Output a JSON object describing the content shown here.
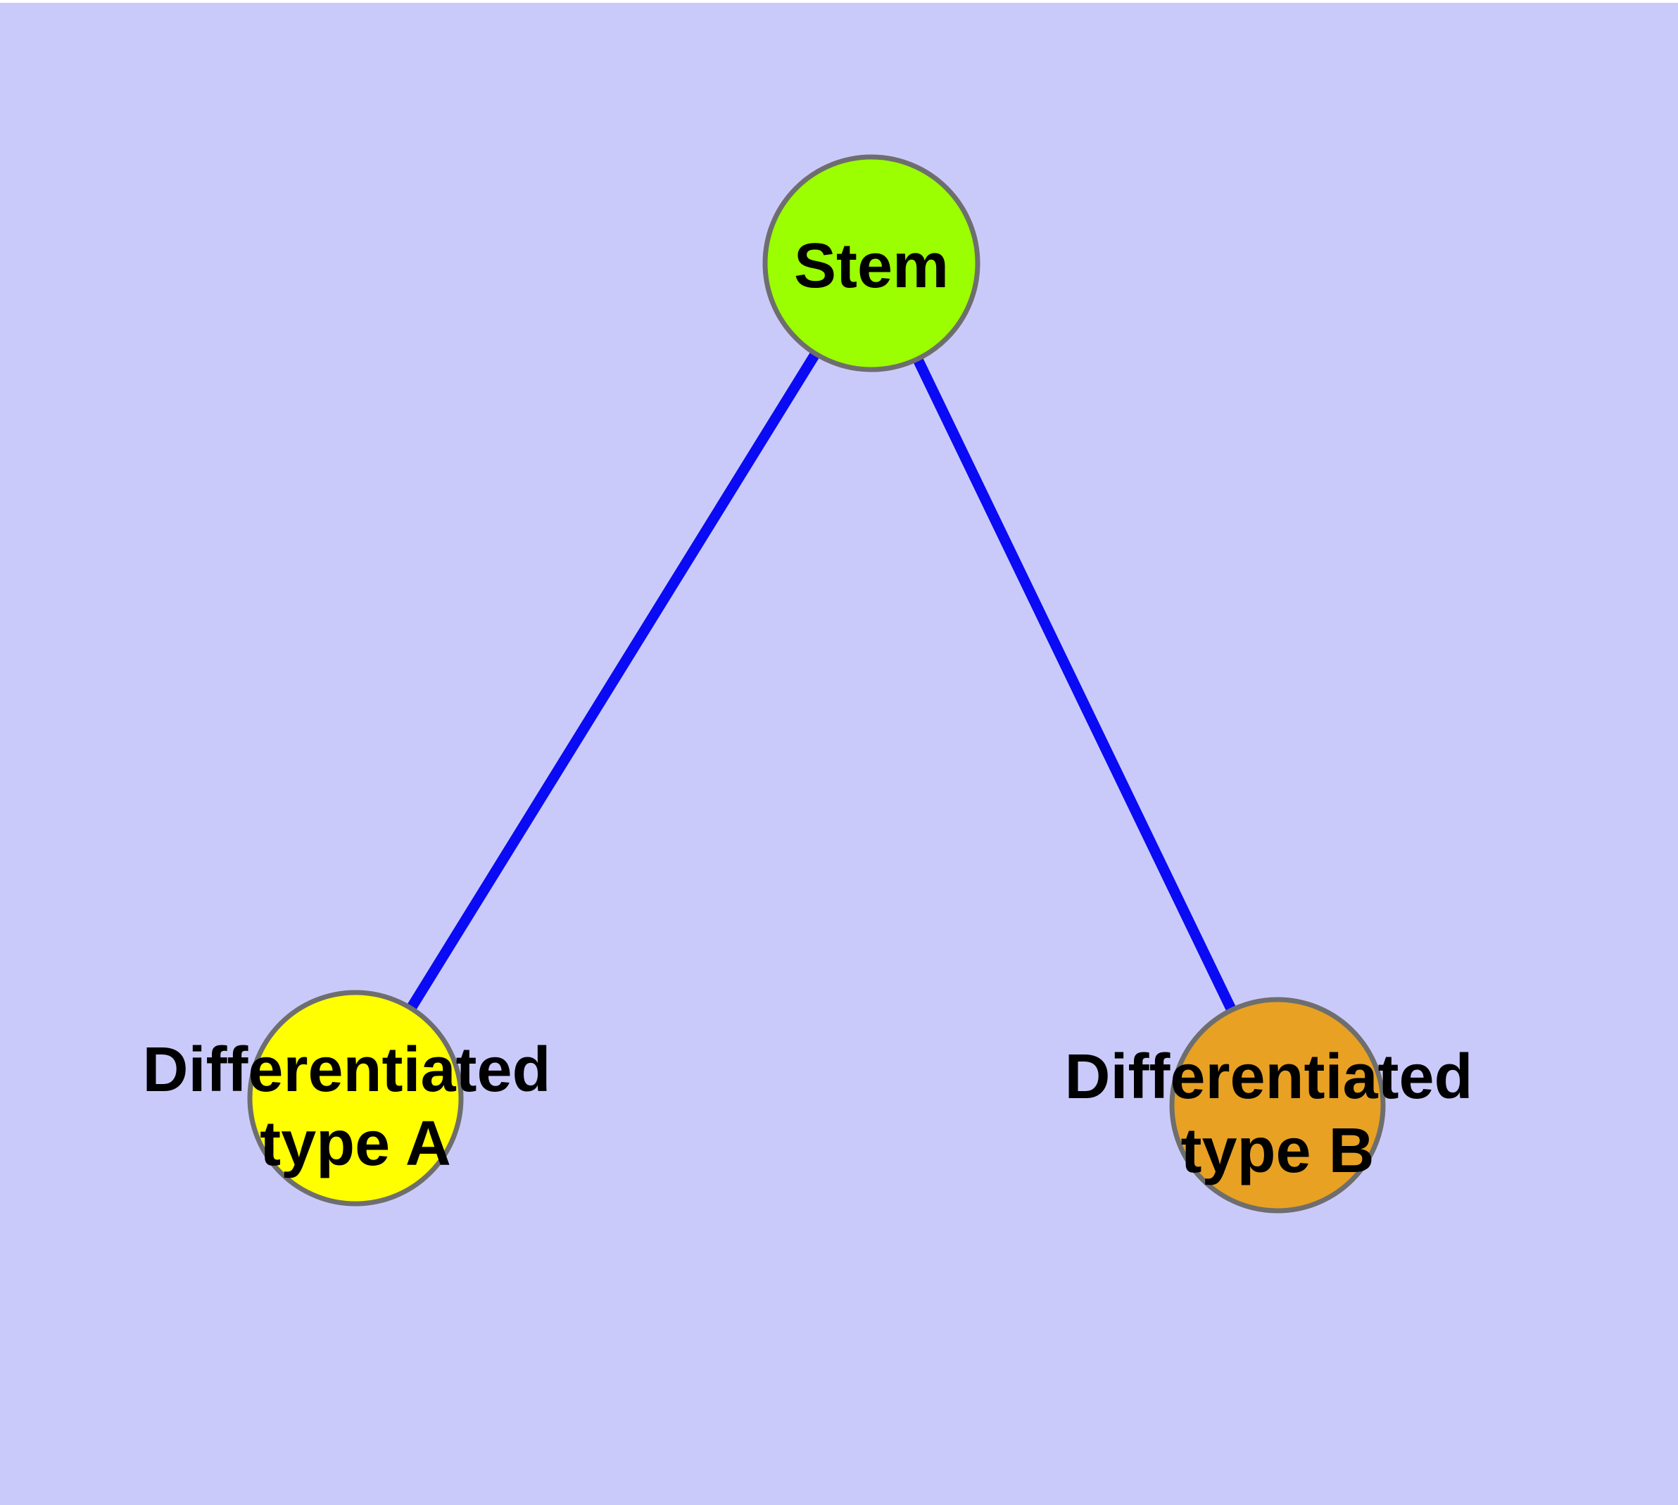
{
  "diagram": {
    "background_color": "#CACAFA",
    "node_border_color": "#6E6E6E",
    "edge_color": "#0A0AF5",
    "nodes": {
      "stem": {
        "label": "Stem",
        "fill": "#9BFE01"
      },
      "type_a": {
        "lines": [
          "Differentiated",
          "type A"
        ],
        "fill": "#FFFF00"
      },
      "type_b": {
        "lines": [
          "Differentiated",
          "type B"
        ],
        "fill": "#E8A123"
      }
    },
    "edges": [
      {
        "from": "Stem",
        "to": "Differentiated type A"
      },
      {
        "from": "Stem",
        "to": "Differentiated type B"
      }
    ]
  }
}
